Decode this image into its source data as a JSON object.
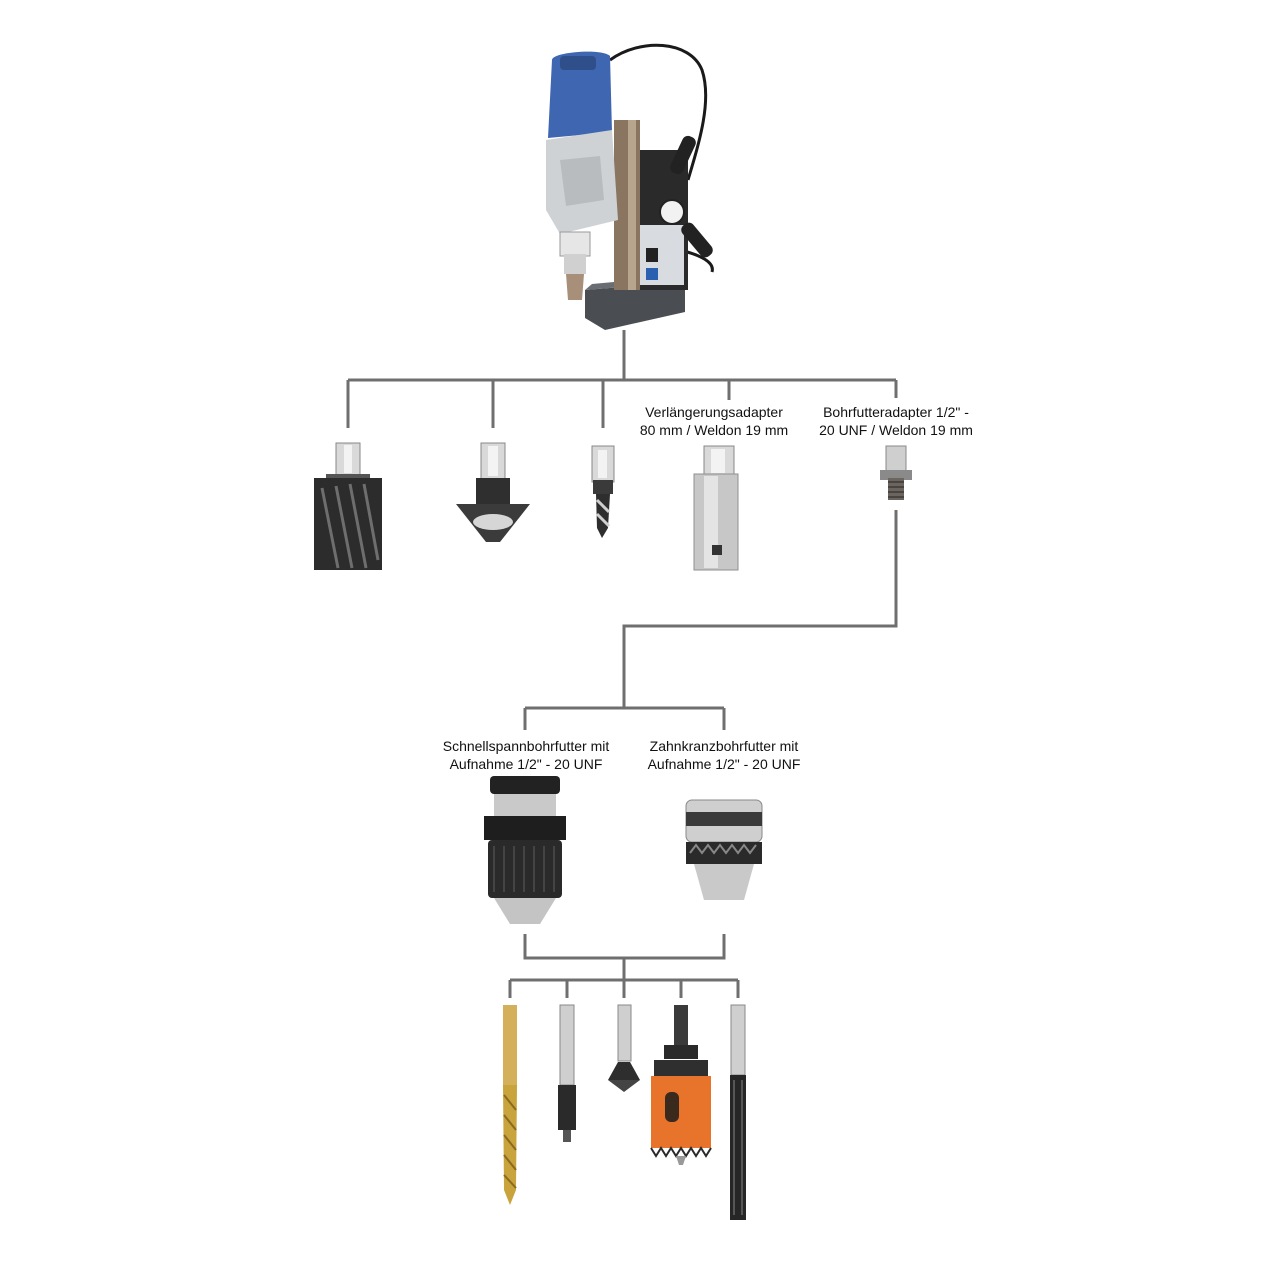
{
  "colors": {
    "connector": "#6f6f6f",
    "machine_body": "#3f66b0",
    "metal_dark": "#2b2b2b",
    "metal_light": "#c9c9c9",
    "gold": "#c9a33b",
    "orange": "#e8732a"
  },
  "machine": {
    "name": "magnetic-core-drill"
  },
  "adapters": {
    "extension_adapter": {
      "line1": "Verlängerungsadapter",
      "line2": "80 mm / Weldon 19 mm"
    },
    "chuck_adapter": {
      "line1": "Bohrfutteradapter 1/2\" -",
      "line2": "20 UNF / Weldon 19 mm"
    }
  },
  "chucks": {
    "keyless_chuck": {
      "line1": "Schnellspannbohrfutter mit",
      "line2": "Aufnahme 1/2\" - 20 UNF"
    },
    "geared_chuck": {
      "line1": "Zahnkranzbohrfutter mit",
      "line2": "Aufnahme 1/2\" - 20 UNF"
    }
  },
  "tools_top": [
    "annular-cutter-icon",
    "countersink-weldon-icon",
    "twist-drill-weldon-icon",
    "extension-adapter-icon",
    "chuck-adapter-icon"
  ],
  "tools_bottom": [
    "hss-twist-drill-icon",
    "counterbore-icon",
    "countersink-bit-icon",
    "hole-saw-icon",
    "reamer-icon"
  ]
}
